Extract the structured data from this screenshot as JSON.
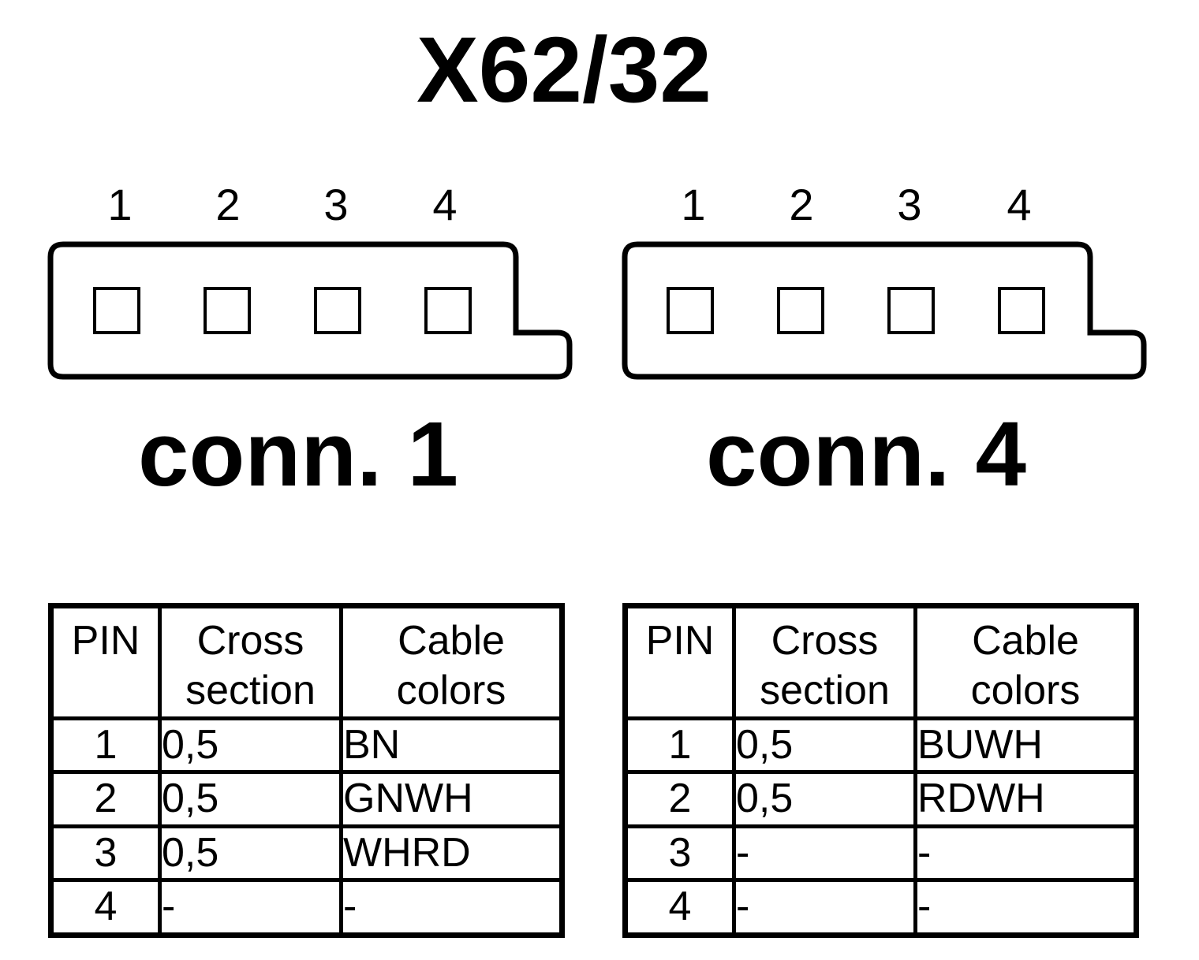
{
  "title": "X62/32",
  "connectors": [
    {
      "label": "conn. 1",
      "pin_numbers": [
        "1",
        "2",
        "3",
        "4"
      ],
      "table": {
        "headers": {
          "pin": "PIN",
          "cross_section": "Cross section",
          "cable_colors": "Cable colors"
        },
        "rows": [
          {
            "pin": "1",
            "cross_section": "0,5",
            "cable_color": "BN"
          },
          {
            "pin": "2",
            "cross_section": "0,5",
            "cable_color": "GNWH"
          },
          {
            "pin": "3",
            "cross_section": "0,5",
            "cable_color": "WHRD"
          },
          {
            "pin": "4",
            "cross_section": "-",
            "cable_color": "-"
          }
        ]
      }
    },
    {
      "label": "conn. 4",
      "pin_numbers": [
        "1",
        "2",
        "3",
        "4"
      ],
      "table": {
        "headers": {
          "pin": "PIN",
          "cross_section": "Cross section",
          "cable_colors": "Cable colors"
        },
        "rows": [
          {
            "pin": "1",
            "cross_section": "0,5",
            "cable_color": "BUWH"
          },
          {
            "pin": "2",
            "cross_section": "0,5",
            "cable_color": "RDWH"
          },
          {
            "pin": "3",
            "cross_section": "-",
            "cable_color": "-"
          },
          {
            "pin": "4",
            "cross_section": "-",
            "cable_color": "-"
          }
        ]
      }
    }
  ]
}
